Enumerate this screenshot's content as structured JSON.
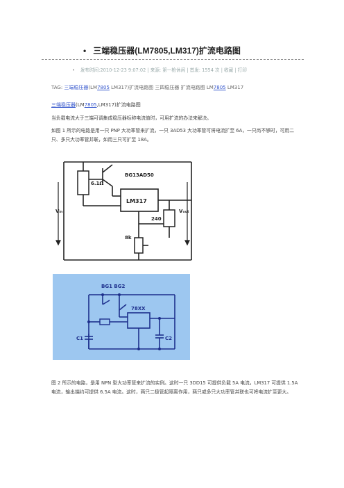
{
  "article": {
    "title": "三端稳压器(LM7805,LM317)扩流电路图",
    "meta": "发布时间:2010-12-23 9:07:02 | 来源: 第一枪休闲 | 首发: 1554 次 | 收藏 | 打印",
    "tags": {
      "label": "TAG:",
      "part1": "三端稳压器",
      "part2": "(LM",
      "part3": "7805",
      "part4": " LM317)扩流电路图 三四稳压器 扩流电路图 LM",
      "part5": "7805",
      "part6": " LM317"
    },
    "subhead": {
      "link": "三端稳压器",
      "part2": "(LM",
      "part3": "7805",
      "part4": ",LM317)扩流电路图"
    },
    "paragraphs": [
      "当负载电流大于三端可调集成稳压器标称电流值时，可用扩流的办法来解决。",
      "如图 1 所示的电路是用一只 PNP 大功率管来扩流，一只 3AD53 大功率管可将电流扩至 6A，一只尚不够时，可用二只、多只大功率管并联，如用三只可扩至 18A。",
      "图 2 所示的电路，是用 NPN 型大功率管来扩流的实例。这时一只 3DD15 可提供负载 5A 电流，LM317 可提供 1.5A 电流，输出端约可提供 6.5A 电流。这时，两只二极管起隔离作用，两只或多只大功率管并联也可将电流扩至更大。"
    ]
  },
  "figure1": {
    "transistor": "BG13AD50",
    "resistor_r1": "6.1Ω",
    "regulator": "LM317",
    "resistor_r2": "240",
    "resistor_r3": "8k",
    "vin": "Vᵢₙ",
    "vout": "Vₒᵤₜ"
  },
  "figure2": {
    "transistors": "BG1 BG2",
    "regulator": "78XX",
    "cap1": "C1",
    "cap2": "C2"
  },
  "colors": {
    "link": "#3355cc",
    "fig2_bg": "#9dc7f0",
    "fig2_line": "#1d2f8c"
  }
}
